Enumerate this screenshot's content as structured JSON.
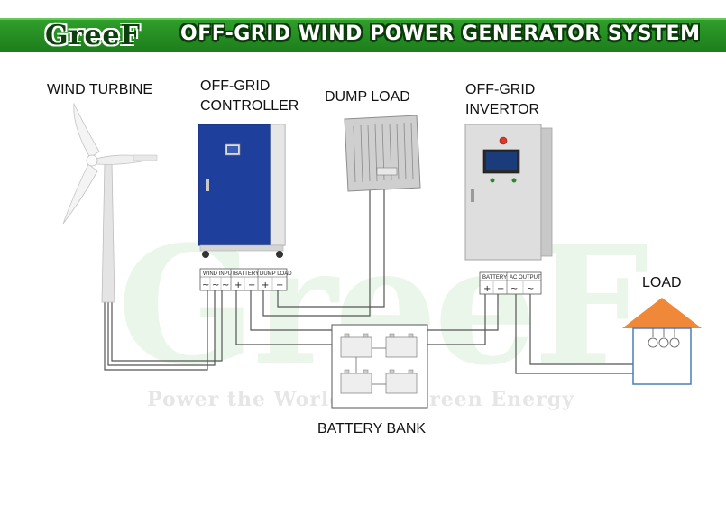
{
  "header": {
    "logo_text": "GreeF",
    "title": "OFF-GRID  WIND POWER GENERATOR SYSTEM"
  },
  "labels": {
    "wind_turbine": "WIND TURBINE",
    "controller_line1": "OFF-GRID",
    "controller_line2": "CONTROLLER",
    "dump_load": "DUMP  LOAD",
    "invertor_line1": "OFF-GRID",
    "invertor_line2": "INVERTOR",
    "load": "LOAD",
    "battery_bank": "BATTERY BANK"
  },
  "watermark": {
    "logo": "GreeF",
    "slogan": "Power the World with Green Energy"
  },
  "controller_terminals": {
    "wind_input": "WIND INPUT",
    "battery": "BATTERY",
    "dump_load": "DUMP LOAD",
    "plus": "+",
    "minus": "−",
    "ac": "~"
  },
  "invertor_terminals": {
    "battery": "BATTERY",
    "ac_output": "AC OUTPUT",
    "plus": "+",
    "minus": "−",
    "ac": "~"
  },
  "colors": {
    "header_green": "#1d7d1c",
    "controller_blue": "#1f3f9c",
    "house_roof": "#f0883a",
    "house_wall": "#4a7fb8"
  }
}
